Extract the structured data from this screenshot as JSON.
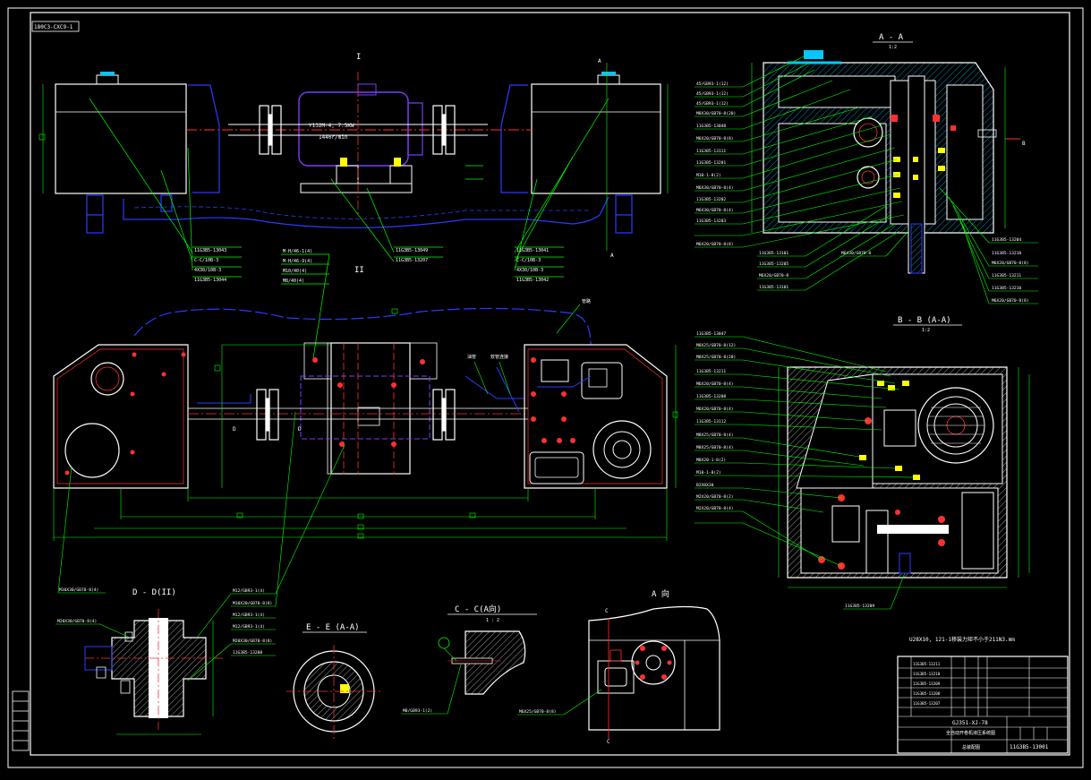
{
  "sheet": {
    "corner_tag": "180C3-CXC9-1",
    "top_view_label": "I",
    "plan_view_label": "II"
  },
  "sections": {
    "aa_title": "A - A",
    "aa_scale": "1:2",
    "bb_title": "B - B (A-A)",
    "bb_scale": "1:2",
    "dd_title": "D - D(II)",
    "ee_title": "E - E (A-A)",
    "cc_title": "C - C(A向)",
    "cc_scale": "1 : 2",
    "view_a_title": "A 向"
  },
  "motor_note": {
    "line1": "Y132M-4, 7.5KW",
    "line2": "1440r/min"
  },
  "cutting_marks": {
    "a_mark": "A",
    "b_mark": "B",
    "c_mark": "C",
    "d_mark": "D",
    "e_mark": "E"
  },
  "callouts_top_left": [
    "11G3B5-13043",
    "C-C/10B-3",
    "4X30/10B-3",
    "11G3B5-13044"
  ],
  "callouts_top_mid": [
    "11G3B5-13049",
    "11G3B5-13207"
  ],
  "callouts_top_right": [
    "11G3B5-13041",
    "C-C/10B-3",
    "4X30/10B-3",
    "11G3B5-13042"
  ],
  "callouts_plan_top": [
    "M-H/46-1(4)",
    "M-H/46-9(4)",
    "M10/40(4)",
    "M8/40(4)"
  ],
  "callouts_aa_left": [
    "45/GB93-1(12)",
    "45/GB93-1(12)",
    "45/GB93-1(12)",
    "M8X30/GB70-8(20)",
    "11G3B5-13048",
    "M6X20/GB70-8(8)",
    "11G3B5-13111",
    "11G3B5-13201",
    "M10-1-8(2)",
    "M6X30/GB70-8(4)",
    "11G3B5-13202",
    "M6X30/GB70-8(4)",
    "11G3B5-13203",
    "M6X20/GB70-8(8)"
  ],
  "callouts_aa_right": [
    "11G3B5-13204",
    "11G3B5-13210",
    "M6X20/GB70-8(8)",
    "11G3B5-13211",
    "11G3B5-13210",
    "M6X20/GB70-8(8)"
  ],
  "callouts_aa_bottom": [
    "11G3B5-13101",
    "11G3B5-13205",
    "M6X20/GB70-8",
    "11G3B5-13101",
    "M6X30/GB70-8"
  ],
  "callouts_bb_left": [
    "11G3B5-13047",
    "M8X25/GB70-8(12)",
    "M8X25/GB70-8(20)",
    "11G3B5-13211",
    "M6X20/GB70-8(4)",
    "11G3B5-13208",
    "M6X20/GB70-8(4)",
    "11G3B5-13112",
    "M8X25/GB70-8(4)",
    "M8X25/GB70-8(4)",
    "M8X20-1-8(2)",
    "M10-1-8(2)",
    "B2X8X30",
    "M2X20/GB70-8(2)",
    "M2X20/GB70-8(4)"
  ],
  "callout_bb_bottom": "11G3B5-13209",
  "callout_dd_top": "M10X30/GB70-8(4)",
  "callout_dd_left": "M20X30/GB70-8(4)",
  "callouts_dd_right": [
    "M12/GB93-1(4)",
    "M10X20/GB70-8(8)",
    "M12/GB93-1(4)",
    "M12/GB93-1(4)",
    "M20X30/GB70-8(8)",
    "11G3B5-13208"
  ],
  "callout_cc": "M8/GB93-1(2)",
  "callout_view_a": "M6X25/GB70-8(8)",
  "plan_labels": {
    "pipe_label": "管路",
    "oil_label": "油管",
    "hose_label": "软管连接"
  },
  "note_text": "U28X10, 121-1移装力矩不小于211N3.mm",
  "title_block": {
    "drawing_name": "GJ351-XJ-78",
    "subtitle": "全自动开卷机液压系统图",
    "assembly_label": "总装配图",
    "drawing_no": "11G3B5-13001",
    "revision_rows": [
      "11G3B5-13211",
      "11G3B5-13210",
      "11G3B5-13209",
      "11G3B5-13208",
      "11G3B5-13207"
    ]
  }
}
